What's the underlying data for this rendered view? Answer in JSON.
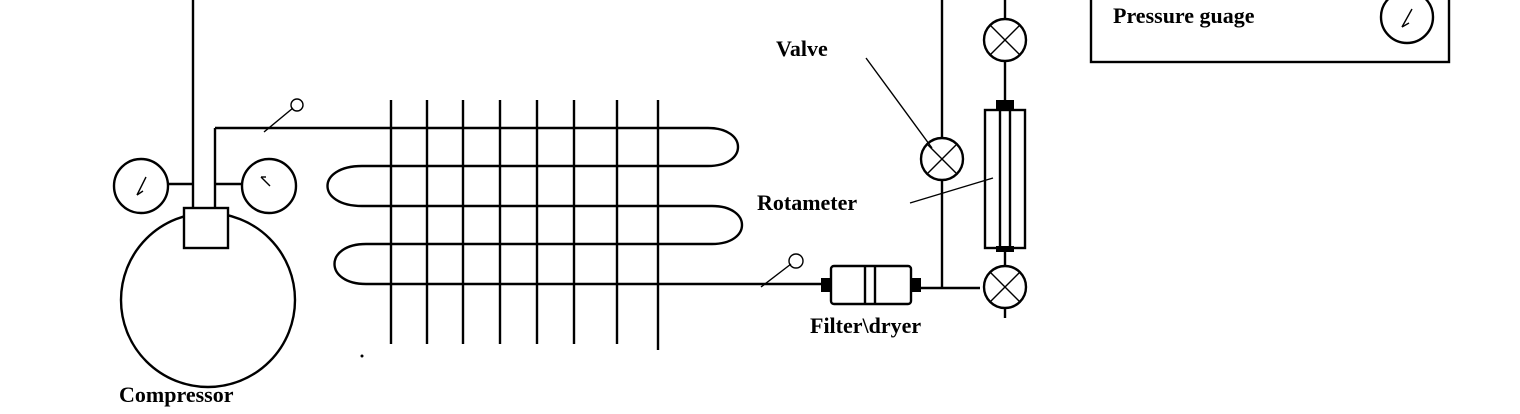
{
  "labels": {
    "valve": "Valve",
    "rotameter": "Rotameter",
    "filter_dryer": "Filter\\dryer",
    "compressor": "Compressor"
  },
  "legend": {
    "pressure_gauge": "Pressure guage"
  },
  "colors": {
    "line": "#000000",
    "background": "#ffffff"
  }
}
